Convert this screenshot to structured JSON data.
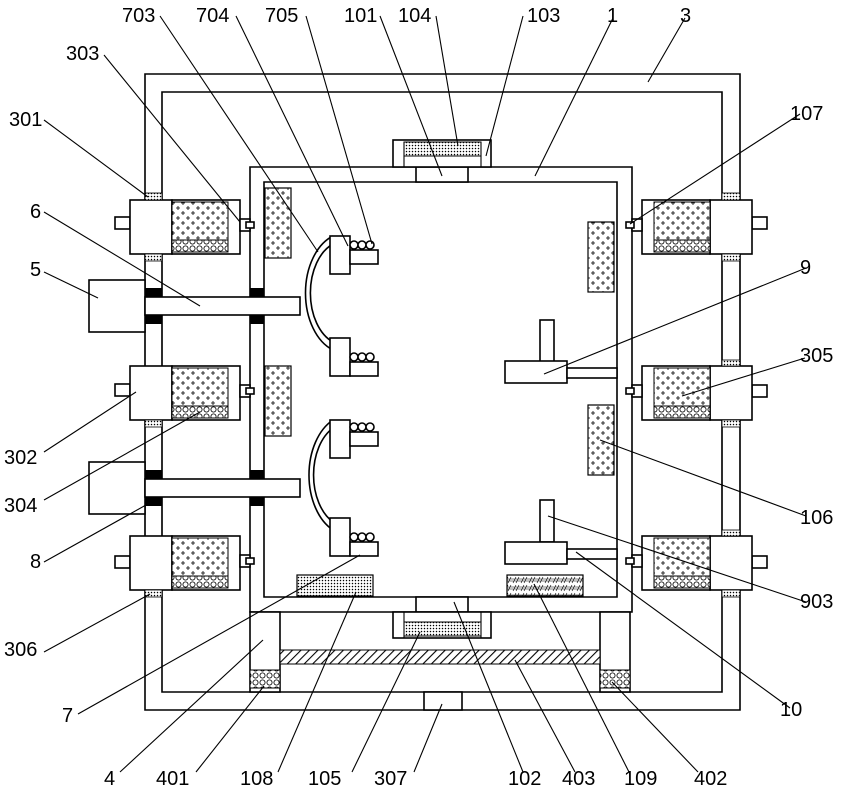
{
  "labels": {
    "l703": "703",
    "l704": "704",
    "l705": "705",
    "l101": "101",
    "l104": "104",
    "l103": "103",
    "l1": "1",
    "l3": "3",
    "l303": "303",
    "l301": "301",
    "l107": "107",
    "l6": "6",
    "l5": "5",
    "l9": "9",
    "l305": "305",
    "l302": "302",
    "l304": "304",
    "l106": "106",
    "l8": "8",
    "l903": "903",
    "l306": "306",
    "l10": "10",
    "l7": "7",
    "l4": "4",
    "l401": "401",
    "l108": "108",
    "l105": "105",
    "l307": "307",
    "l102": "102",
    "l403": "403",
    "l109": "109",
    "l402": "402"
  }
}
